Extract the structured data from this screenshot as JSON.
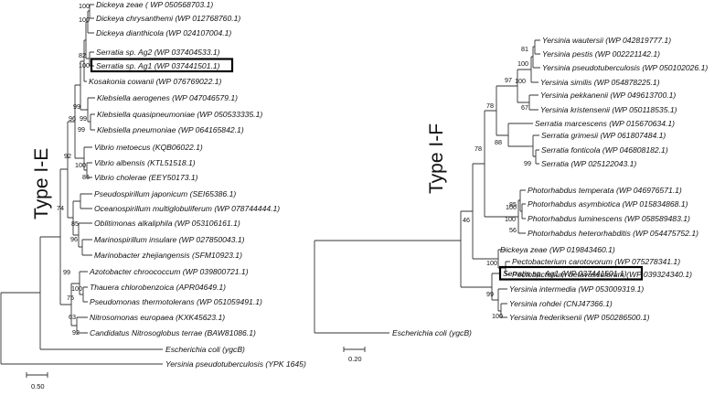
{
  "panels": {
    "type_ie": {
      "title": "Type I-E",
      "scale_bar": "0.50",
      "highlighted_leaf": "Serratia sp. Ag1 (WP 037441501.1)",
      "leaves": [
        "Dickeya zeae ( WP 050568703.1)",
        "Dickeya chrysanthemi (WP 012768760.1)",
        "Dickeya dianthicola (WP 024107004.1)",
        "Serratia sp. Ag2 (WP 037404533.1)",
        "Serratia sp. Ag1 (WP 037441501.1)",
        "Kosakonia cowanii (WP 076769022.1)",
        "Klebsiella aerogenes (WP 047046579.1)",
        "Klebsiella quasipneumoniae (WP 050533335.1)",
        "Klebsiella pneumoniae (WP 064165842.1)",
        "Vibrio metoecus (KQB06022.1)",
        "Vibrio albensis (KTL51518.1)",
        "Vibrio cholerae (EEY50173.1)",
        "Pseudospirillum japonicum (SEI65386.1)",
        "Oceanospirillum multiglobuliferum (WP 078744444.1)",
        "Oblitimonas alkaliphila (WP 053106161.1)",
        "Marinospirillum insulare (WP 027850043.1)",
        "Marinobacter zhejiangensis (SFM10923.1)",
        "Azotobacter chroococcum (WP 039800721.1)",
        "Thauera chlorobenzoica (APR04649.1)",
        "Pseudomonas thermotolerans (WP 051059491.1)",
        "Nitrosomonas europaea (KXK45623.1)",
        "Candidatus Nitrosoglobus terrae (BAW81086.1)",
        "Escherichia coli (ygcB)",
        "Yersinia pseudotuberculosis (YPK 1645)"
      ],
      "support_values": [
        "100",
        "100",
        "82",
        "100",
        "99",
        "96",
        "99",
        "99",
        "92",
        "100",
        "86",
        "74",
        "85",
        "96",
        "99",
        "100",
        "75",
        "63",
        "92"
      ]
    },
    "type_if": {
      "title": "Type I-F",
      "scale_bar": "0.20",
      "highlighted_leaf": "Serratia sp. Ag1 (WP 037441501.1)",
      "leaves": [
        "Yersinia wautersii (WP 042819777.1)",
        "Yersinia pestis (WP 002221142.1)",
        "Yersinia pseudotuberculosis (WP 050102026.1)",
        "Yersinia similis (WP 054878225.1)",
        "Yersinia pekkanenii (WP 049613700.1)",
        "Yersinia kristensenii (WP 050118535.1)",
        "Serratia marcescens (WP 015670634.1)",
        "Serratia grimesii (WP 061807484.1)",
        "Serratia fonticola (WP 046808182.1)",
        "Serratia (WP 025122043.1)",
        "Photorhabdus temperata (WP 046976571.1)",
        "Photorhabdus asymbiotica (WP 015834868.1)",
        "Photorhabdus luminescens (WP 058589483.1)",
        "Photorhabdus heterorhabditis (WP 054475752.1)",
        "Dickeya zeae (WP 019843460.1)",
        "Pectobacterium carotovorum (WP 075278341.1)",
        "Pectobacterium betavasculorum (WP 039324340.1)",
        "Serratia sp. Ag1 (WP 037441501.1)",
        "Yersinia intermedia (WP 053009319.1)",
        "Yersinia rohdei (CNJ47366.1)",
        "Yersinia frederiksenii (WP 050286500.1)",
        "Escherichia coli (ygcB)"
      ],
      "support_values": [
        "81",
        "100",
        "100",
        "97",
        "67",
        "78",
        "88",
        "99",
        "78",
        "85",
        "100",
        "100",
        "56",
        "46",
        "100",
        "99",
        "100"
      ]
    }
  }
}
